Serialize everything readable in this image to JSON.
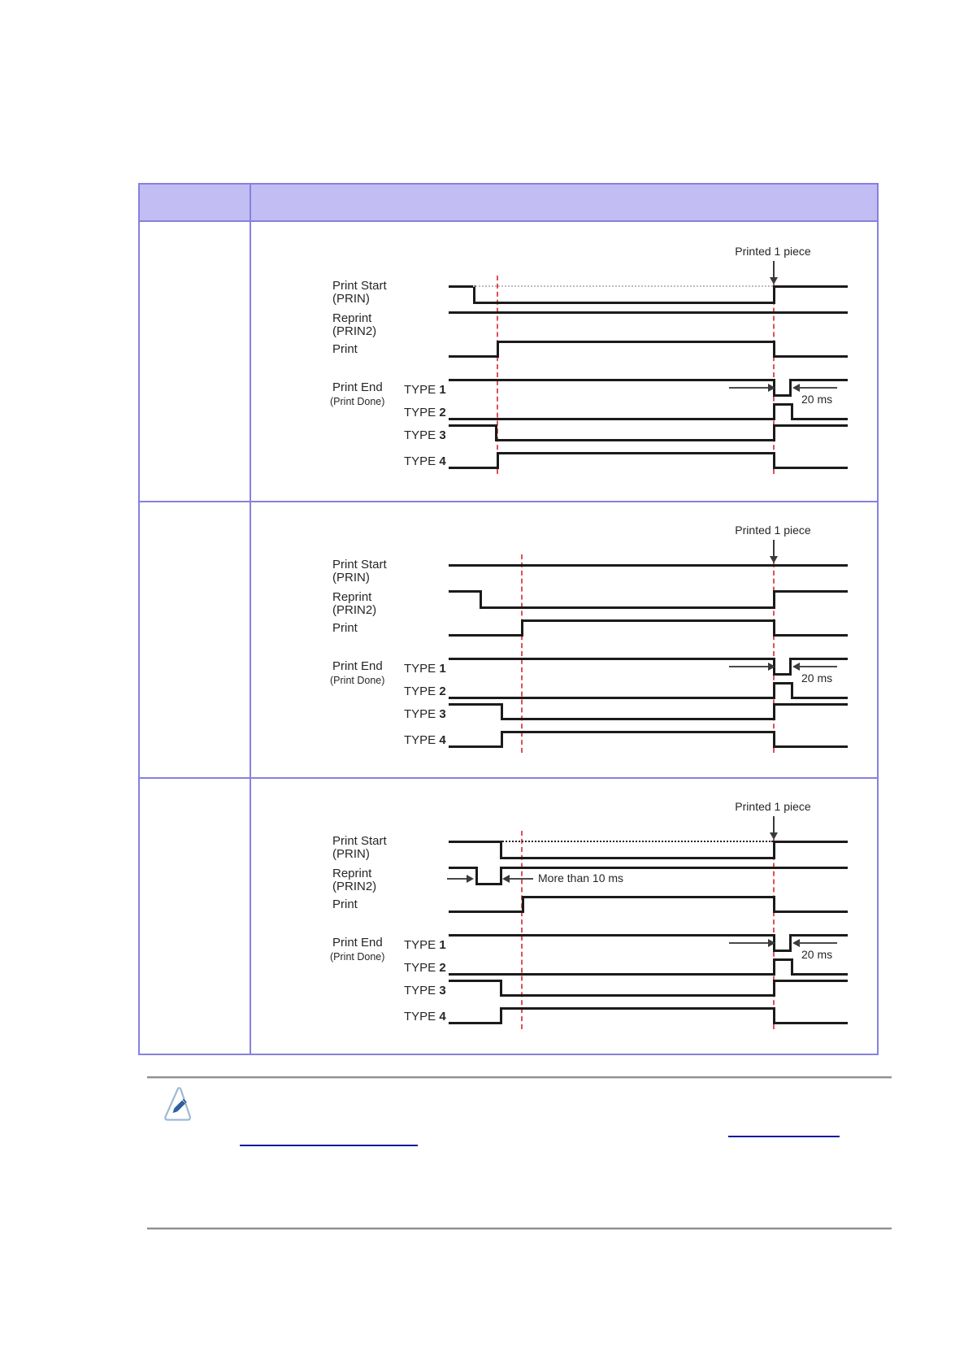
{
  "table": {
    "header": {
      "col1_label": "",
      "col2_label": ""
    },
    "left_column_cells": [
      "",
      "",
      ""
    ]
  },
  "diagram_labels": {
    "print_start": [
      "Print Start",
      "(PRIN)"
    ],
    "reprint": [
      "Reprint",
      "(PRIN2)"
    ],
    "print": "Print",
    "print_end": [
      "Print End",
      "(Print Done)"
    ],
    "types": [
      "TYPE 1",
      "TYPE 2",
      "TYPE 3",
      "TYPE 4"
    ]
  },
  "diagrams": [
    {
      "name": "timing-diagram-1",
      "printed_label": "Printed 1 piece",
      "pulse_label": "20 ms",
      "dashed_lines": [
        611,
        951
      ],
      "signals": {
        "print_start": {
          "start": "high",
          "transitions": [
            582,
            951
          ],
          "ghost": {
            "from": 582,
            "to": 951,
            "style": "gray"
          }
        },
        "reprint": {
          "start": "high",
          "transitions": []
        },
        "print": {
          "start": "low",
          "transitions": [
            611,
            951
          ]
        },
        "type1": {
          "start": "high",
          "transitions": [
            951,
            971
          ]
        },
        "type2": {
          "start": "low",
          "transitions": [
            951,
            973
          ]
        },
        "type3": {
          "start": "high",
          "transitions": [
            609,
            951
          ]
        },
        "type4": {
          "start": "low",
          "transitions": [
            611,
            951
          ]
        }
      }
    },
    {
      "name": "timing-diagram-2",
      "printed_label": "Printed 1 piece",
      "pulse_label": "20 ms",
      "dashed_lines": [
        641,
        951
      ],
      "signals": {
        "print_start": {
          "start": "high",
          "transitions": []
        },
        "reprint": {
          "start": "high",
          "transitions": [
            590,
            951
          ]
        },
        "print": {
          "start": "low",
          "transitions": [
            641,
            951
          ]
        },
        "type1": {
          "start": "high",
          "transitions": [
            951,
            971
          ]
        },
        "type2": {
          "start": "low",
          "transitions": [
            951,
            973
          ]
        },
        "type3": {
          "start": "high",
          "transitions": [
            616,
            951
          ]
        },
        "type4": {
          "start": "low",
          "transitions": [
            616,
            951
          ]
        }
      }
    },
    {
      "name": "timing-diagram-3",
      "printed_label": "Printed 1 piece",
      "pulse_label": "20 ms",
      "reprint_annotation": "More than 10 ms",
      "dashed_lines": [
        641,
        951
      ],
      "signals": {
        "print_start": {
          "start": "high",
          "transitions": [
            615,
            951
          ],
          "ghost": {
            "from": 615,
            "to": 951,
            "style": "black"
          }
        },
        "reprint": {
          "start": "high",
          "transitions": [
            585,
            615
          ]
        },
        "print": {
          "start": "low",
          "transitions": [
            642,
            951
          ]
        },
        "type1": {
          "start": "high",
          "transitions": [
            951,
            971
          ]
        },
        "type2": {
          "start": "low",
          "transitions": [
            951,
            973
          ]
        },
        "type3": {
          "start": "high",
          "transitions": [
            615,
            951
          ]
        },
        "type4": {
          "start": "low",
          "transitions": [
            615,
            951
          ]
        }
      }
    }
  ],
  "note": {
    "icon": "pencil-note-icon",
    "links": [
      {
        "text": ""
      },
      {
        "text": ""
      }
    ]
  }
}
